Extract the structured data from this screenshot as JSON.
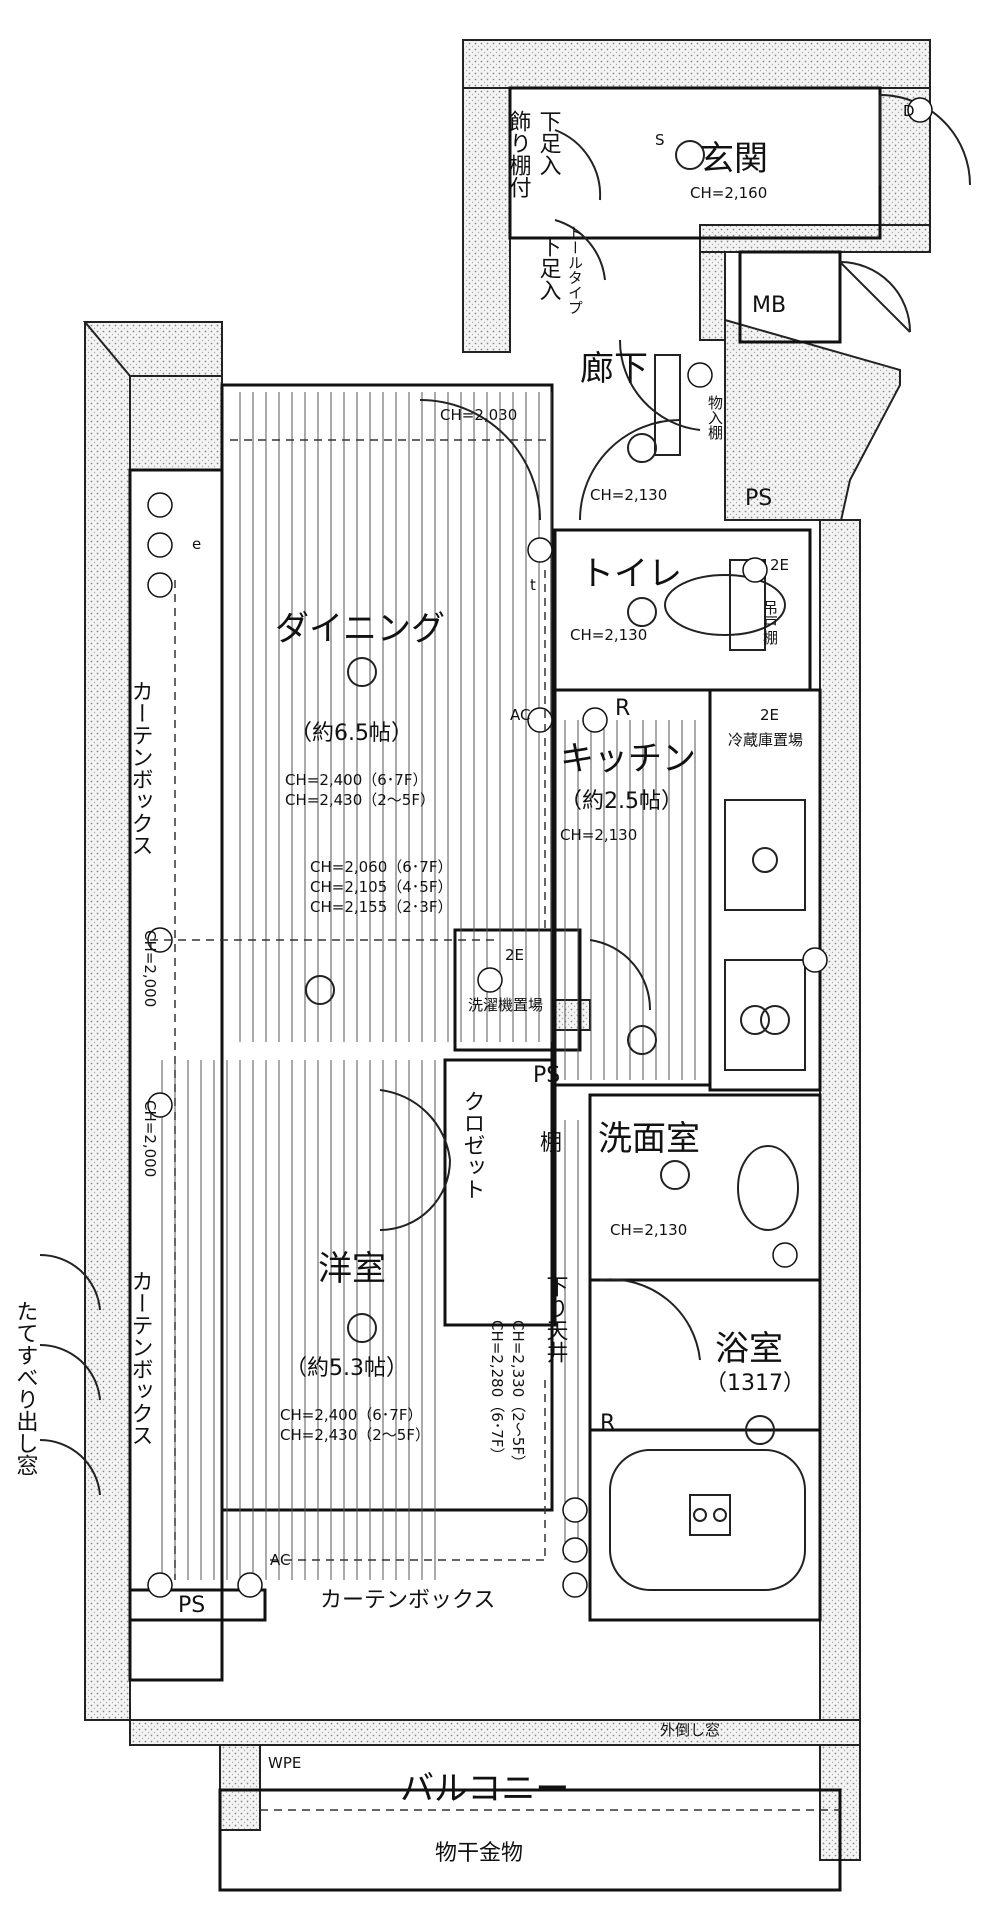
{
  "rooms": {
    "entrance": {
      "name": "玄関",
      "ch": "CH=2,160"
    },
    "mb": {
      "name": "MB"
    },
    "hall": {
      "name": "廊下",
      "ch1": "CH=2,030",
      "ch2": "CH=2,130"
    },
    "ps_top": {
      "name": "PS"
    },
    "toilet": {
      "name": "トイレ",
      "ch": "CH=2,130",
      "shelf": "吊戸棚",
      "mark": "2E"
    },
    "dining": {
      "name": "ダイニング",
      "size": "（約6.5帖）",
      "ch1": "CH=2,400（6･7F）",
      "ch2": "CH=2,430（2～5F）",
      "ch3": "CH=2,060（6･7F）",
      "ch4": "CH=2,105（4･5F）",
      "ch5": "CH=2,155（2･3F）"
    },
    "kitchen": {
      "name": "キッチン",
      "size": "（約2.5帖）",
      "ch": "CH=2,130",
      "r": "R",
      "fridge": "冷蔵庫置場",
      "mark": "2E"
    },
    "laundry": {
      "name": "洗濯機置場",
      "mark": "2E"
    },
    "ps_mid": {
      "name": "PS"
    },
    "closet": {
      "name": "クロゼット",
      "shelf": "棚"
    },
    "washroom": {
      "name": "洗面室",
      "ch": "CH=2,130"
    },
    "western": {
      "name": "洋室",
      "size": "（約5.3帖）",
      "ch1": "CH=2,400（6･7F）",
      "ch2": "CH=2,430（2～5F）",
      "ch3": "CH=2,280（6･7F）",
      "ch4": "CH=2,330（2～5F）",
      "drop": "下り天井"
    },
    "bath": {
      "name": "浴室",
      "size": "（1317）",
      "r": "R"
    },
    "balcony": {
      "name": "バルコニー",
      "rail": "物干金物",
      "window": "外倒し窓",
      "wpe": "WPE"
    },
    "ps_bottom": {
      "name": "PS"
    }
  },
  "labels": {
    "curtain_box": "カーテンボックス",
    "curtain_box_bottom": "カーテンボックス",
    "ch_2000a": "CH=2,000",
    "ch_2000b": "CH=2,000",
    "shoe1": "下足入",
    "shoe2": "下足入",
    "deco": "飾り棚付",
    "toll": "トールタイプ",
    "storage": "物入棚",
    "window": "たてすべり出し窓",
    "ac1": "AC",
    "ac2": "AC",
    "mark_e1": "e",
    "mark_d": "D",
    "mark_s": "S",
    "mark_t": "t"
  }
}
